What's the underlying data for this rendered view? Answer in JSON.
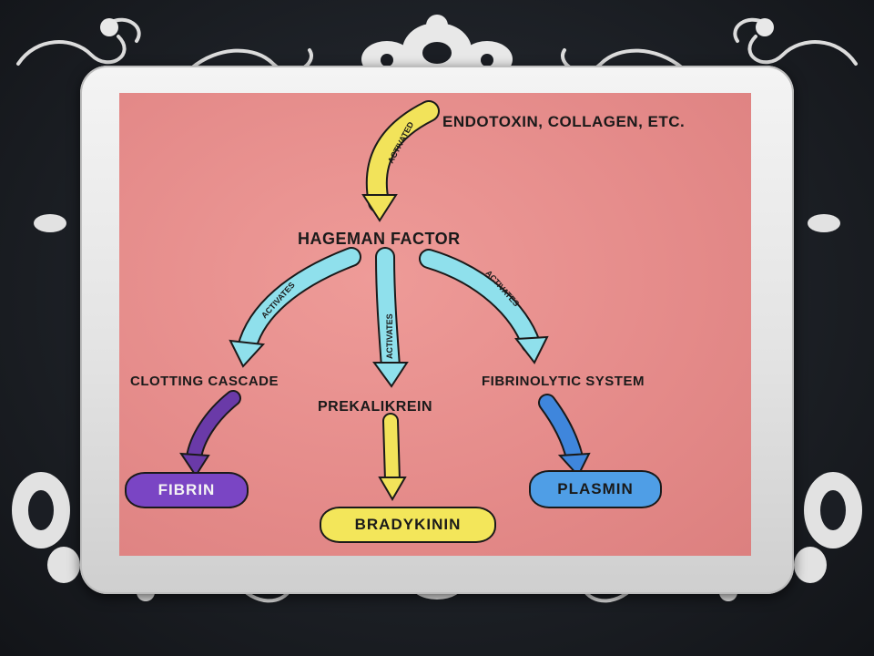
{
  "slide": {
    "diagram": {
      "nodes": {
        "source": "ENDOTOXIN, COLLAGEN, ETC.",
        "hageman": "HAGEMAN FACTOR",
        "clotting": "CLOTTING CASCADE",
        "prekalikrein": "PREKALIKREIN",
        "fibrinolytic": "FIBRINOLYTIC SYSTEM",
        "fibrin": "FIBRIN",
        "bradykinin": "BRADYKININ",
        "plasmin": "PLASMIN"
      },
      "arrow_labels": {
        "source_to_hageman": "ACTIVATED",
        "to_clotting": "ACTIVATES",
        "to_prekalikrein": "ACTIVATES",
        "to_fibrinolytic": "ACTIVATES"
      },
      "colors": {
        "background": "#e98f8f",
        "arrow_yellow": "#f2e35a",
        "arrow_cyan": "#8fe0ec",
        "arrow_purple": "#6a3aa8",
        "arrow_blue": "#3f86dc",
        "pill_fibrin": "#7a45c4",
        "pill_bradykinin": "#f3e65a",
        "pill_plasmin": "#4f9ee6"
      }
    }
  }
}
